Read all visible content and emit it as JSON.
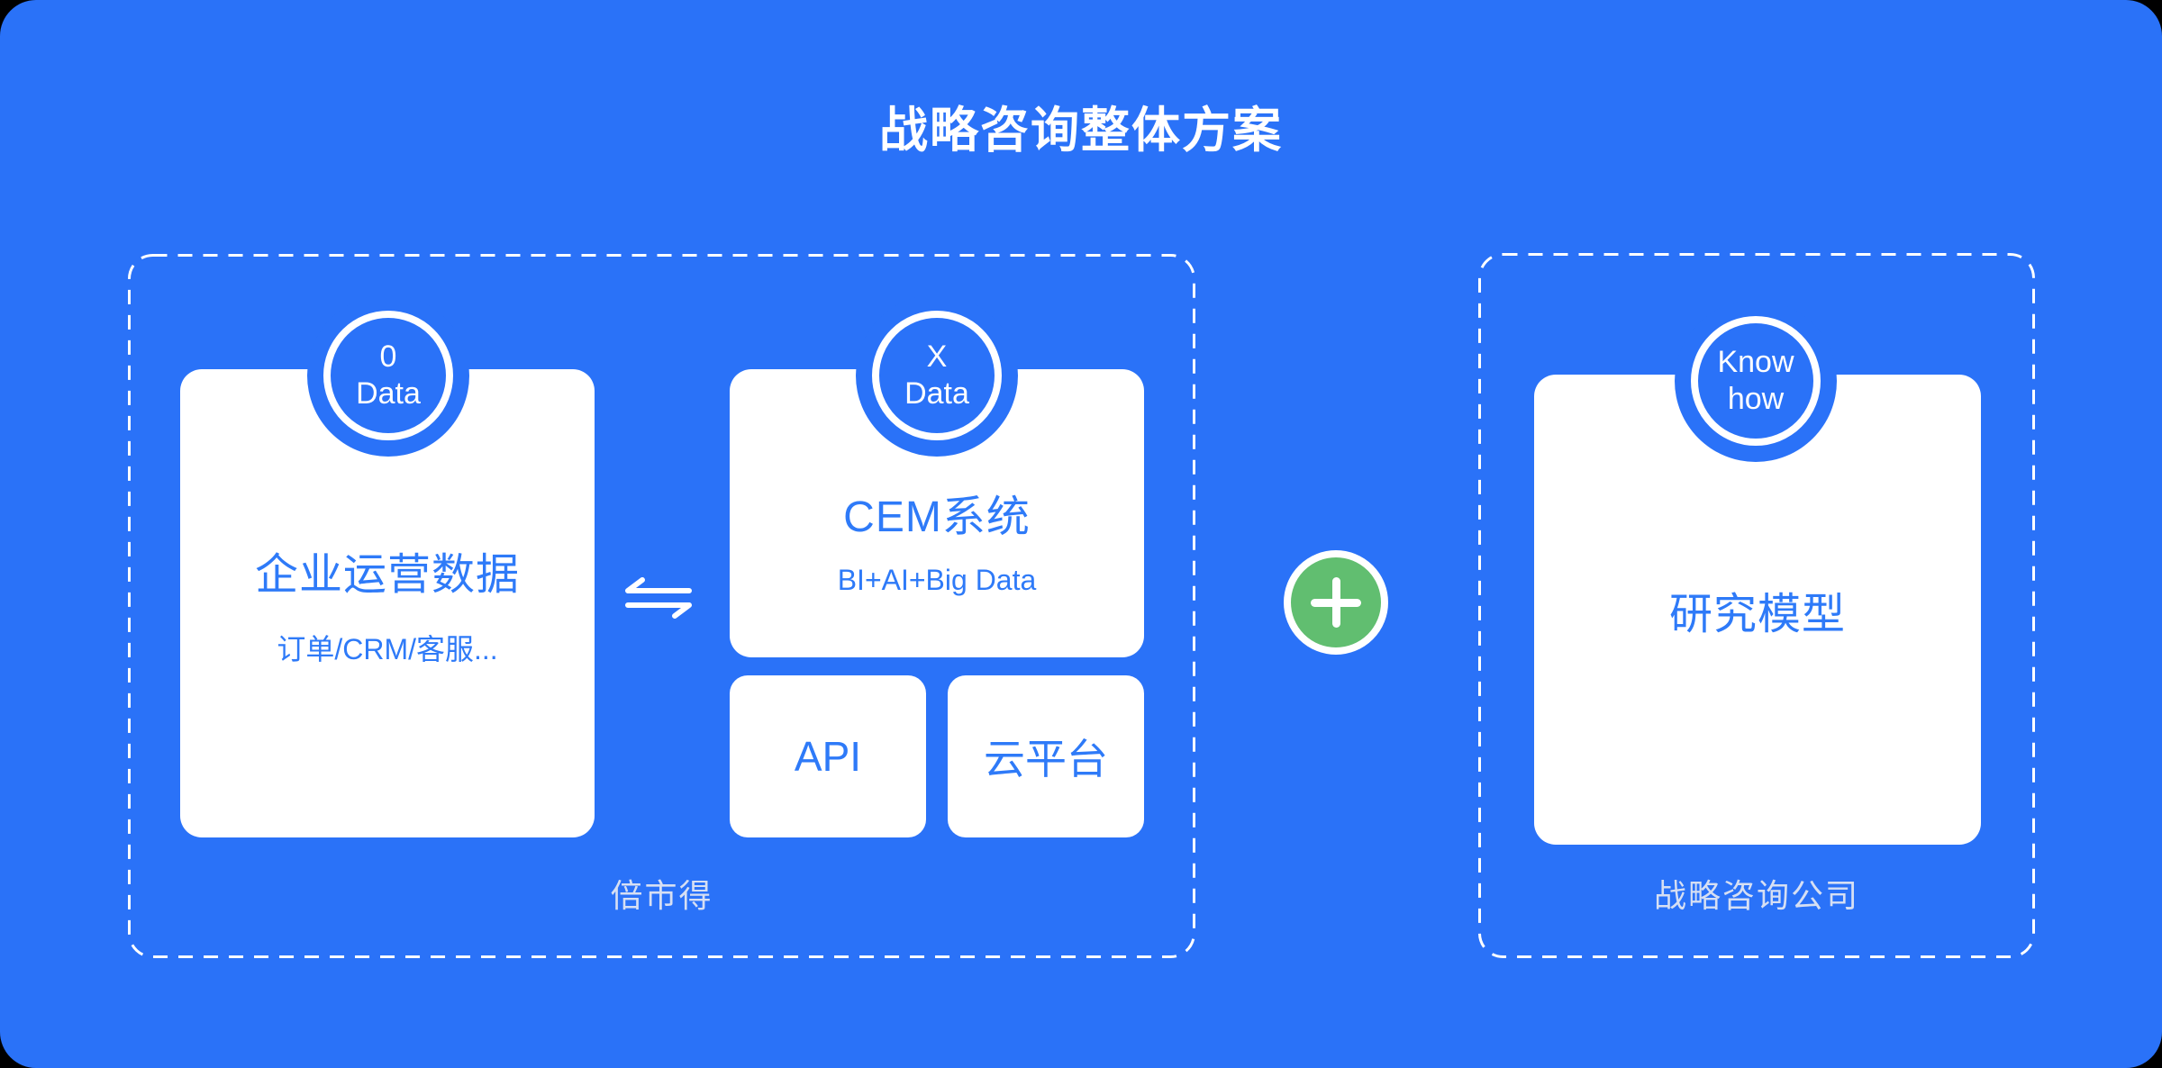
{
  "title": "战略咨询整体方案",
  "colors": {
    "background_blue": "#2A72F8",
    "card_text_blue": "#2E7AF8",
    "muted_label": "#D6DFF3",
    "plus_green": "#61BE70",
    "white": "#FFFFFF"
  },
  "left_group": {
    "label": "倍市得",
    "data_card": {
      "badge_line1": "0",
      "badge_line2": "Data",
      "title": "企业运营数据",
      "subtitle": "订单/CRM/客服..."
    },
    "cem_card": {
      "badge_line1": "X",
      "badge_line2": "Data",
      "title": "CEM系统",
      "subtitle": "BI+AI+Big Data"
    },
    "api_card": {
      "label": "API"
    },
    "cloud_card": {
      "label": "云平台"
    }
  },
  "right_group": {
    "label": "战略咨询公司",
    "model_card": {
      "badge_line1": "Know",
      "badge_line2": "how",
      "title": "研究模型"
    }
  },
  "icons": {
    "exchange": "bidirectional-harpoon-arrows",
    "plus": "plus-in-circle"
  }
}
